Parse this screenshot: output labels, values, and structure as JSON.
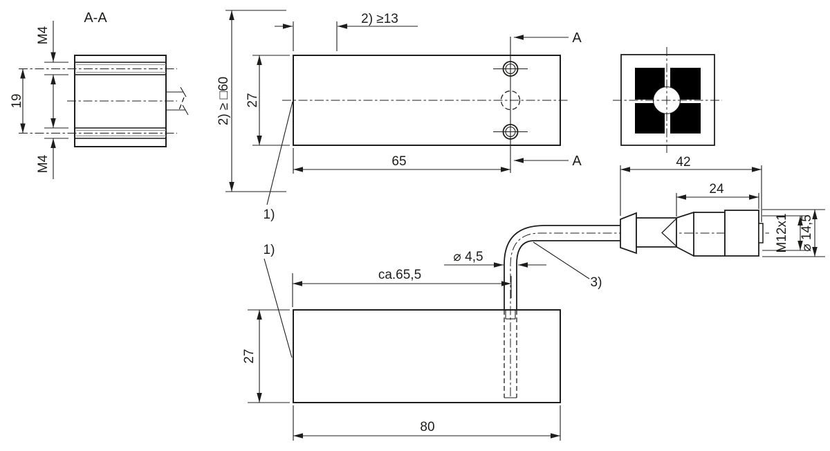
{
  "colors": {
    "background": "#ffffff",
    "line": "#1d1d1b",
    "face_fill": "#000000"
  },
  "section_view": {
    "title": "A-A",
    "thread_top": "M4",
    "hole_spacing": "19",
    "thread_bottom": "M4"
  },
  "top_view": {
    "free_zone": "2) ≥ □60",
    "depth": "27",
    "min_clearance": "2) ≥13",
    "hole_offset": "65",
    "section_label_top": "A",
    "section_label_bottom": "A",
    "note_active_face": "1)"
  },
  "side_view": {
    "cable_offset": "ca.65,5",
    "cable_diameter": "⌀ 4,5",
    "height": "27",
    "length": "80",
    "note_active_face": "1)",
    "note_cable": "3)"
  },
  "connector_view": {
    "overall_length": "42",
    "body_length": "24",
    "thread": "M12x1",
    "outer_diameter": "⌀ 14,5"
  }
}
